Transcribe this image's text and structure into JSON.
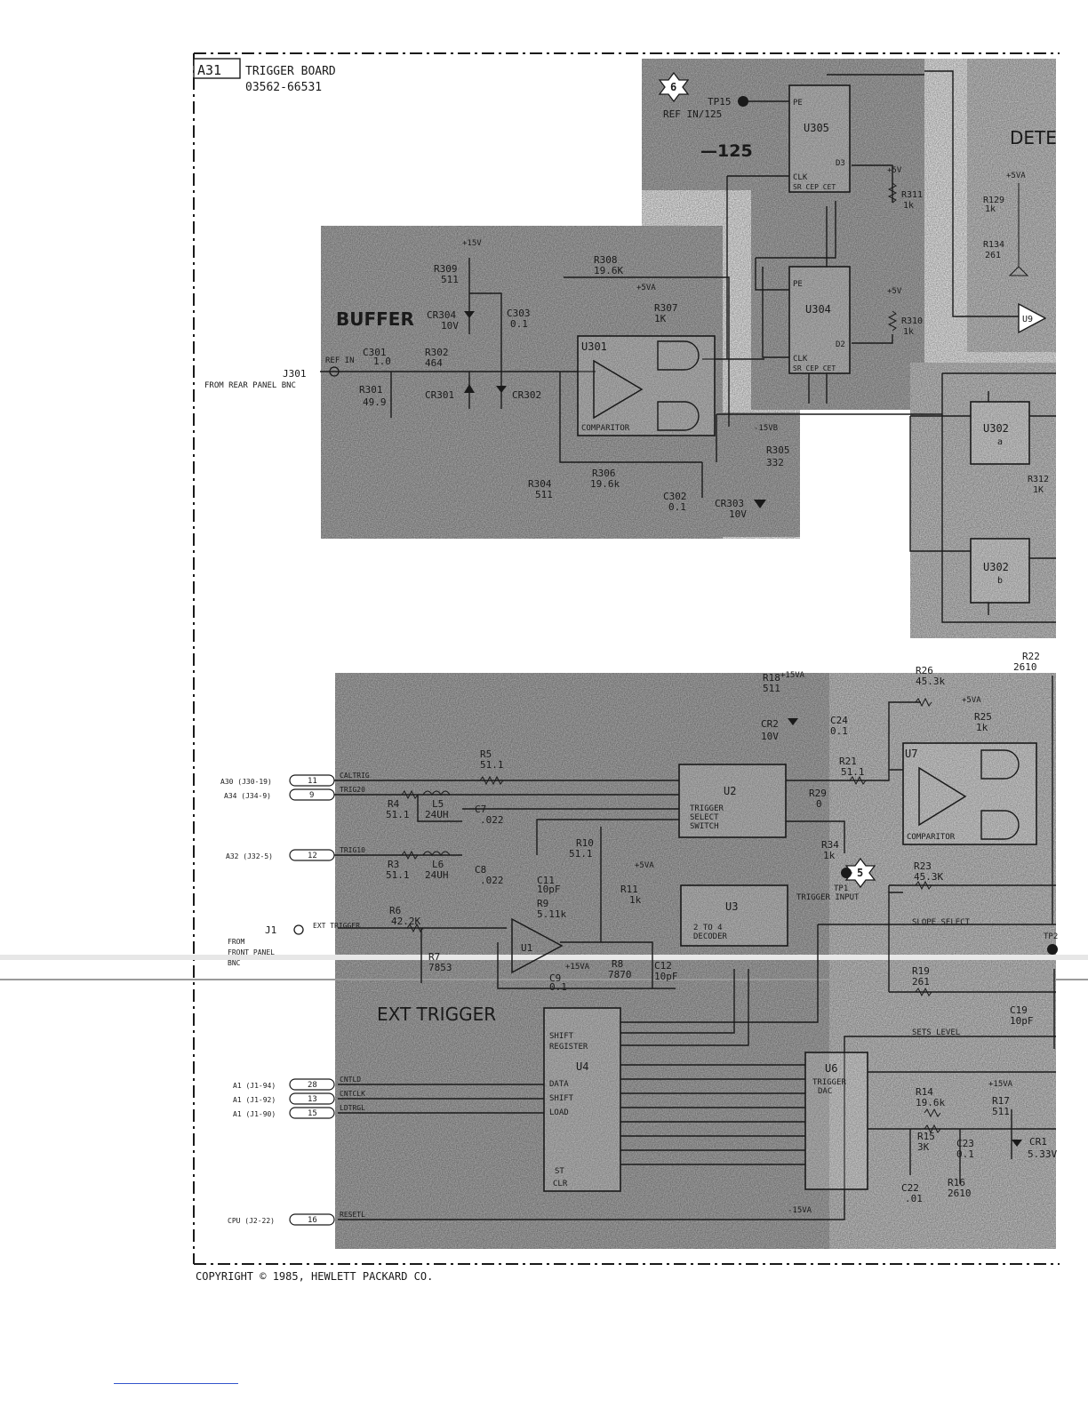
{
  "board": {
    "designator": "A31",
    "title": "TRIGGER BOARD",
    "part_number": "03562-66531"
  },
  "copyright": "COPYRIGHT © 1985, HEWLETT PACKARD CO.",
  "sections": {
    "buffer": "BUFFER",
    "ext_trigger": "EXT TRIGGER",
    "div125": "—125",
    "detect_partial": "DETE"
  },
  "callouts": {
    "c6": "6",
    "c5": "5"
  },
  "test_points": {
    "tp15": "TP15",
    "tp15_note": "REF IN/125",
    "tp1": "TP1",
    "tp1_note": "TRIGGER INPUT",
    "tp2_partial": "TP2"
  },
  "chips": {
    "u305": "U305",
    "u304": "U304",
    "u301": "U301",
    "u301_type": "COMPARITOR",
    "u302a": "U302",
    "u302a_sub": "a",
    "u302b": "U302",
    "u302b_sub": "b",
    "u2": "U2",
    "u2_desc": [
      "TRIGGER",
      "SELECT",
      "SWITCH"
    ],
    "u3": "U3",
    "u3_desc": [
      "2 TO 4",
      "DECODER"
    ],
    "u4": "U4",
    "u4_desc": [
      "SHIFT",
      "REGISTER"
    ],
    "u4_pins": [
      "DATA",
      "SHIFT",
      "LOAD",
      "ST",
      "CLR"
    ],
    "u6": "U6",
    "u6_desc": [
      "TRIGGER",
      "DAC"
    ],
    "u7": "U7",
    "u7_type": "COMPARITOR",
    "u1": "U1",
    "u9": "U9"
  },
  "connectors": {
    "j301": "J301",
    "j301_from": "FROM REAR PANEL BNC",
    "ref_in": "REF IN",
    "j1": "J1",
    "j1_from": [
      "FROM",
      "FRONT PANEL",
      "BNC"
    ],
    "ext_trigger_net": "EXT TRIGGER"
  },
  "inputs": [
    {
      "source": "A30 (J30-19)",
      "pin": "11",
      "net": "CALTRIG"
    },
    {
      "source": "A34 (J34-9)",
      "pin": "9",
      "net": "TRIG20"
    },
    {
      "source": "A32 (J32-5)",
      "pin": "12",
      "net": "TRIG10"
    },
    {
      "source": "A1 (J1-94)",
      "pin": "28",
      "net": "CNTLD"
    },
    {
      "source": "A1 (J1-92)",
      "pin": "13",
      "net": "CNTCLK"
    },
    {
      "source": "A1 (J1-90)",
      "pin": "15",
      "net": "LDTRGL"
    },
    {
      "source": "CPU (J2-22)",
      "pin": "16",
      "net": "RESETL"
    }
  ],
  "nets": {
    "slope_select": "SLOPE SELECT",
    "sets_level": "SETS LEVEL",
    "p15v": "+15V",
    "p5va": "+5VA",
    "p5v": "+5V",
    "m15vb": "-15VB",
    "m15va": "-15VA",
    "p15va": "+15VA"
  },
  "components": [
    {
      "ref": "R309",
      "value": "511"
    },
    {
      "ref": "R308",
      "value": "19.6K"
    },
    {
      "ref": "R307",
      "value": "1K"
    },
    {
      "ref": "CR304",
      "value": "10V"
    },
    {
      "ref": "C303",
      "value": "0.1"
    },
    {
      "ref": "C301",
      "value": "1.0"
    },
    {
      "ref": "R302",
      "value": "464"
    },
    {
      "ref": "R301",
      "value": "49.9"
    },
    {
      "ref": "CR301",
      "value": ""
    },
    {
      "ref": "CR302",
      "value": ""
    },
    {
      "ref": "R305",
      "value": "332"
    },
    {
      "ref": "R306",
      "value": "19.6k"
    },
    {
      "ref": "R304",
      "value": "511"
    },
    {
      "ref": "C302",
      "value": "0.1"
    },
    {
      "ref": "CR303",
      "value": "10V"
    },
    {
      "ref": "R311",
      "value": "1k"
    },
    {
      "ref": "R310",
      "value": "1k"
    },
    {
      "ref": "R129",
      "value": "1k"
    },
    {
      "ref": "R134",
      "value": "261"
    },
    {
      "ref": "R312",
      "value": "1K"
    },
    {
      "ref": "R18",
      "value": "511"
    },
    {
      "ref": "CR2",
      "value": "10V"
    },
    {
      "ref": "C24",
      "value": "0.1"
    },
    {
      "ref": "R26",
      "value": "45.3k"
    },
    {
      "ref": "R22",
      "value": "2610"
    },
    {
      "ref": "R25",
      "value": "1k"
    },
    {
      "ref": "R21",
      "value": "51.1"
    },
    {
      "ref": "R29",
      "value": "0"
    },
    {
      "ref": "R34",
      "value": "1k"
    },
    {
      "ref": "R23",
      "value": "45.3K"
    },
    {
      "ref": "R5",
      "value": "51.1"
    },
    {
      "ref": "R4",
      "value": "51.1"
    },
    {
      "ref": "L5",
      "value": "24UH"
    },
    {
      "ref": "C7",
      "value": ".022"
    },
    {
      "ref": "R3",
      "value": "51.1"
    },
    {
      "ref": "L6",
      "value": "24UH"
    },
    {
      "ref": "C8",
      "value": ".022"
    },
    {
      "ref": "R10",
      "value": "51.1"
    },
    {
      "ref": "C11",
      "value": "10pF"
    },
    {
      "ref": "R9",
      "value": "5.11k"
    },
    {
      "ref": "R11",
      "value": "1k"
    },
    {
      "ref": "R6",
      "value": "42.2K"
    },
    {
      "ref": "R7",
      "value": "7853"
    },
    {
      "ref": "C9",
      "value": "0.1"
    },
    {
      "ref": "R8",
      "value": "7870"
    },
    {
      "ref": "C12",
      "value": "10pF"
    },
    {
      "ref": "R19",
      "value": "261"
    },
    {
      "ref": "C19",
      "value": "10pF"
    },
    {
      "ref": "R14",
      "value": "19.6k"
    },
    {
      "ref": "R17",
      "value": "511"
    },
    {
      "ref": "R15",
      "value": "3K"
    },
    {
      "ref": "C23",
      "value": "0.1"
    },
    {
      "ref": "CR1",
      "value": "5.33V"
    },
    {
      "ref": "R16",
      "value": "2610"
    },
    {
      "ref": "C22",
      "value": ".01"
    }
  ]
}
